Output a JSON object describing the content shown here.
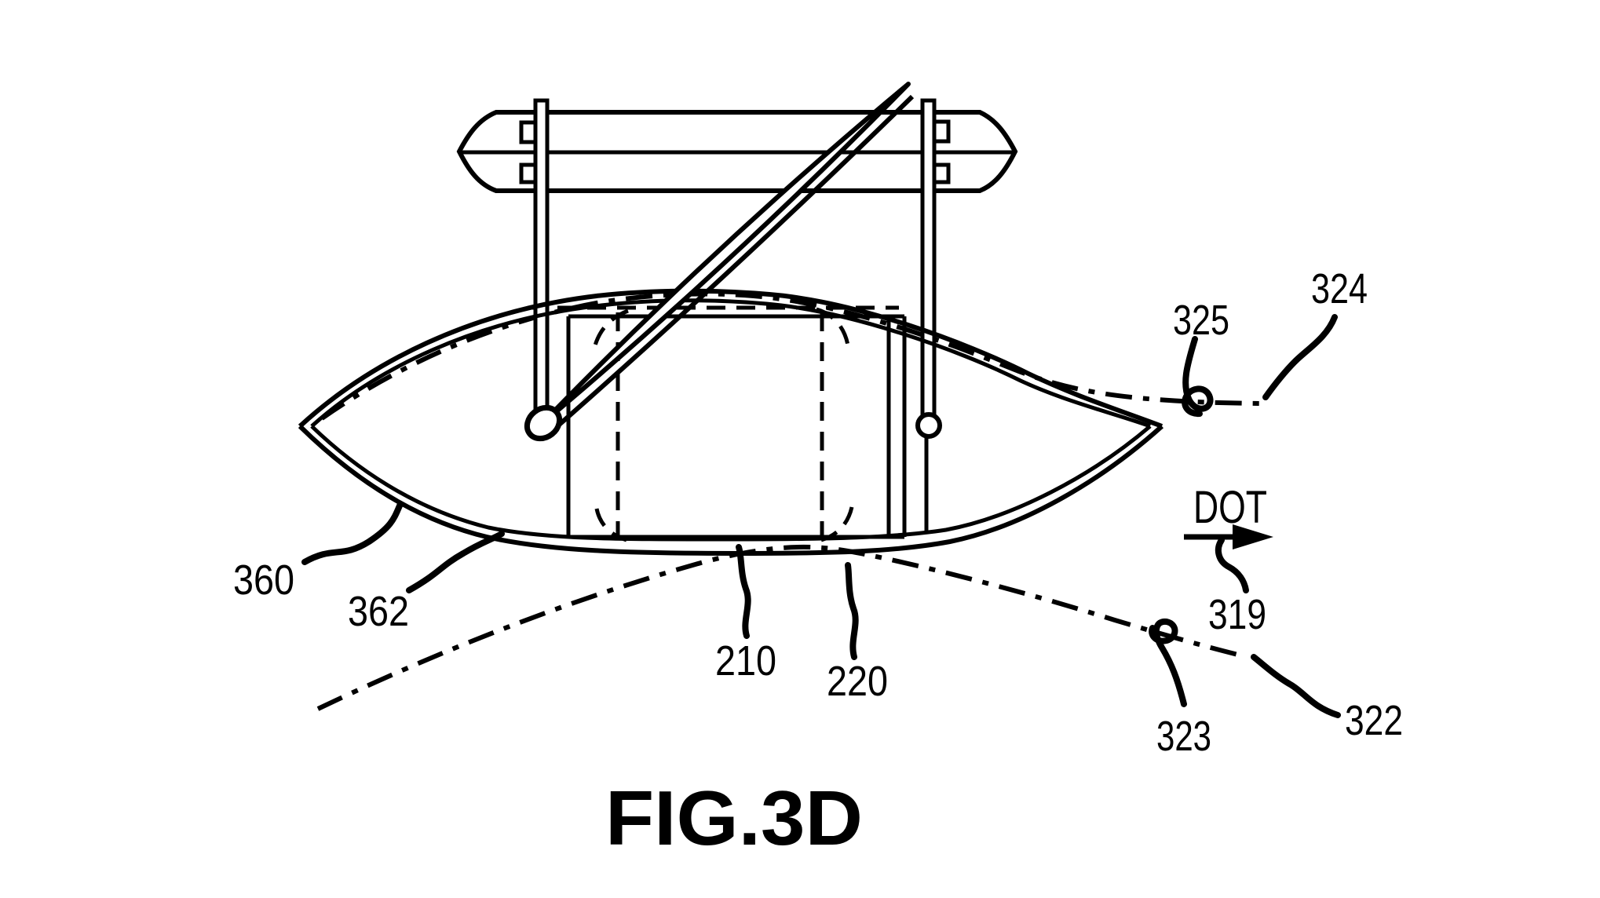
{
  "figure": {
    "caption": "FIG.3D",
    "direction": {
      "label": "DOT"
    },
    "reference_labels": {
      "r210": "210",
      "r220": "220",
      "r319": "319",
      "r322": "322",
      "r323": "323",
      "r324": "324",
      "r325": "325",
      "r360": "360",
      "r362": "362"
    },
    "colors": {
      "ink": "#000000",
      "background": "#ffffff"
    }
  }
}
